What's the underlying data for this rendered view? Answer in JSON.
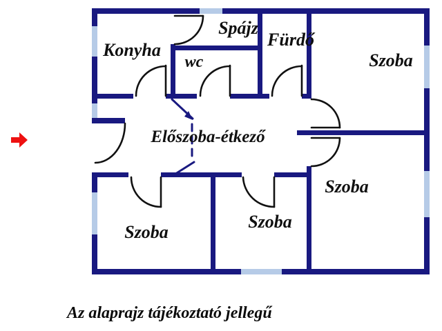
{
  "floor_plan": {
    "rooms": {
      "konyha": {
        "label": "Konyha"
      },
      "spajz": {
        "label": "Spájz"
      },
      "wc": {
        "label": "wc"
      },
      "furdo": {
        "label": "Fürdő"
      },
      "szoba_top_right": {
        "label": "Szoba"
      },
      "eloszoba_etkezo": {
        "label": "Előszoba-étkező"
      },
      "szoba_right": {
        "label": "Szoba"
      },
      "szoba_bottom_middle": {
        "label": "Szoba"
      },
      "szoba_bottom_left": {
        "label": "Szoba"
      }
    },
    "icons": {
      "entrance_arrow": "right-arrow-icon"
    }
  },
  "caption": {
    "text": "Az alaprajz tájékoztató jellegű"
  },
  "colors": {
    "wall": "#191980",
    "window": "#b6cbe7",
    "arrow": "#ee1111",
    "ink": "#111111"
  }
}
